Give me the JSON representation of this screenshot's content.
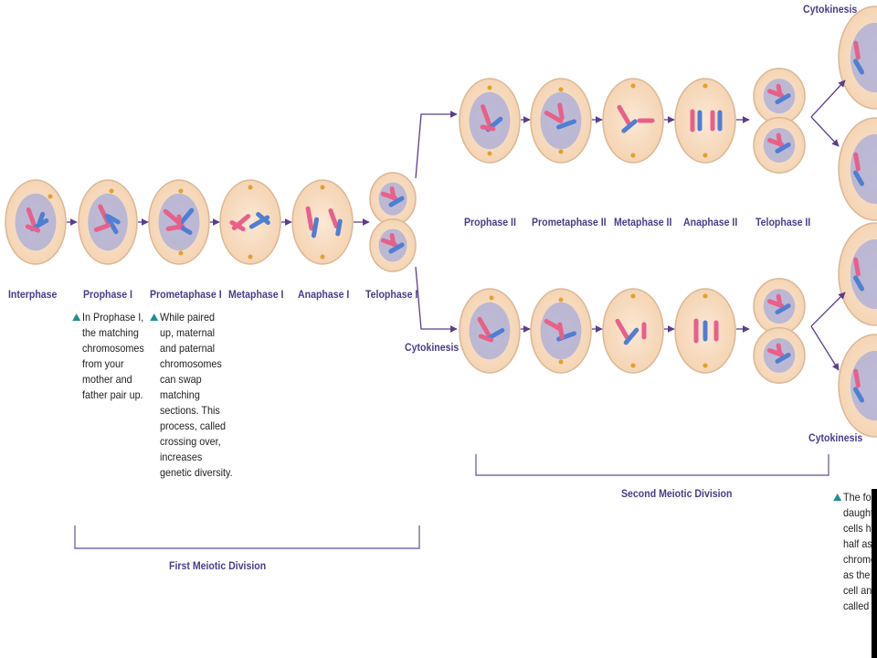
{
  "first_row_stages": [
    {
      "key": "interphase",
      "label": "Interphase"
    },
    {
      "key": "prophase-1",
      "label": "Prophase I"
    },
    {
      "key": "prometaphase-1",
      "label": "Prometaphase I"
    },
    {
      "key": "metaphase-1",
      "label": "Metaphase I"
    },
    {
      "key": "anaphase-1",
      "label": "Anaphase I"
    },
    {
      "key": "telophase-1",
      "label": "Telophase I"
    }
  ],
  "second_row_stages": [
    {
      "key": "prophase-2",
      "label": "Prophase II"
    },
    {
      "key": "prometaphase-2",
      "label": "Prometaphase II"
    },
    {
      "key": "metaphase-2",
      "label": "Metaphase II"
    },
    {
      "key": "anaphase-2",
      "label": "Anaphase II"
    },
    {
      "key": "telophase-2",
      "label": "Telophase II"
    }
  ],
  "cytokinesis_labels": [
    "Cytokinesis",
    "Cytokinesis",
    "Cytokinesis"
  ],
  "notes": {
    "prophase": [
      "In Prophase I,",
      "the matching",
      "chromosomes",
      "from your",
      "mother and",
      "father pair up."
    ],
    "crossing_over": [
      "While paired",
      "up, maternal",
      "and paternal",
      "chromosomes",
      "can swap",
      "matching",
      "sections. This",
      "process, called",
      "crossing over,",
      "increases",
      "genetic diversity."
    ],
    "daughter_cells": [
      "The fou",
      "daughte",
      "cells ha",
      "half as r",
      "chromos",
      "as the p",
      "cell and",
      "called h"
    ]
  },
  "divisions": {
    "first": "First Meiotic Division",
    "second": "Second Meiotic Division"
  },
  "colors": {
    "cell_fill": "#f9dfc4",
    "cell_stroke": "#d9b896",
    "nucleus": "#b2b2d6",
    "chromosome_pink": "#e8608a",
    "chromosome_blue": "#4f7fd1",
    "arrow": "#5a3d8c",
    "accent_triangle": "#1f8f8f"
  }
}
